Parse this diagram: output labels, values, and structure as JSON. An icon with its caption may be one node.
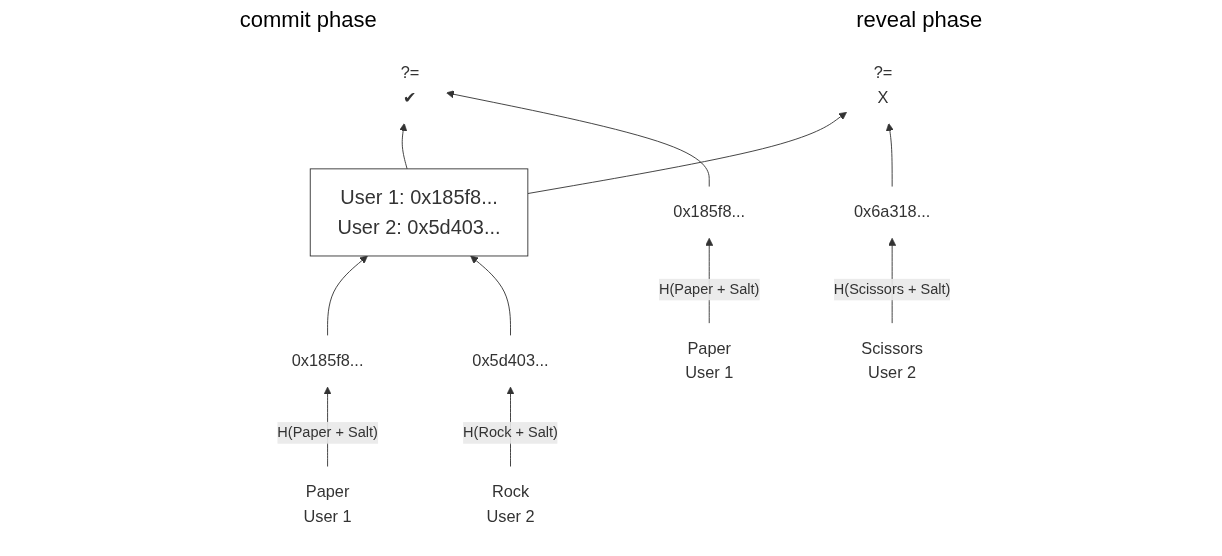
{
  "diagram": {
    "nodes": [
      {
        "text": [
          "User 1: 0x185f8...",
          "User 2: 0x5d403..."
        ]
      },
      {
        "text": [
          "?=",
          "✔"
        ]
      },
      {
        "text": [
          "?=",
          "X"
        ]
      },
      {
        "text": [
          "0x185f8..."
        ]
      },
      {
        "text": [
          "0x5d403..."
        ]
      },
      {
        "text": [
          "0x185f8..."
        ]
      },
      {
        "text": [
          "0x6a318..."
        ]
      },
      {
        "text": [
          "Paper",
          "User 1"
        ]
      },
      {
        "text": [
          "Rock",
          "User 2"
        ]
      },
      {
        "text": [
          "Paper",
          "User 1"
        ]
      },
      {
        "text": [
          "Scissors",
          "User 2"
        ]
      }
    ],
    "edges": [
      {
        "from": 0,
        "to": 1,
        "arrow": "to"
      },
      {
        "from": 0,
        "to": 2,
        "arrow": "to"
      },
      {
        "from": 3,
        "to": 0,
        "arrow": "to"
      },
      {
        "from": 4,
        "to": 0,
        "arrow": "to"
      },
      {
        "from": 5,
        "to": 1,
        "arrow": "to"
      },
      {
        "from": 6,
        "to": 2,
        "arrow": "to"
      },
      {
        "from": 7,
        "to": 3,
        "arrow": "to",
        "label": "H(Paper + Salt)"
      },
      {
        "from": 8,
        "to": 4,
        "arrow": "to",
        "label": "H(Rock + Salt)"
      },
      {
        "from": 9,
        "to": 5,
        "arrow": "to",
        "label": "H(Paper + Salt)"
      },
      {
        "from": 10,
        "to": 6,
        "arrow": "to",
        "label": "H(Scissors + Salt)"
      }
    ],
    "labels": [
      "commit phase",
      "reveal phase"
    ]
  }
}
